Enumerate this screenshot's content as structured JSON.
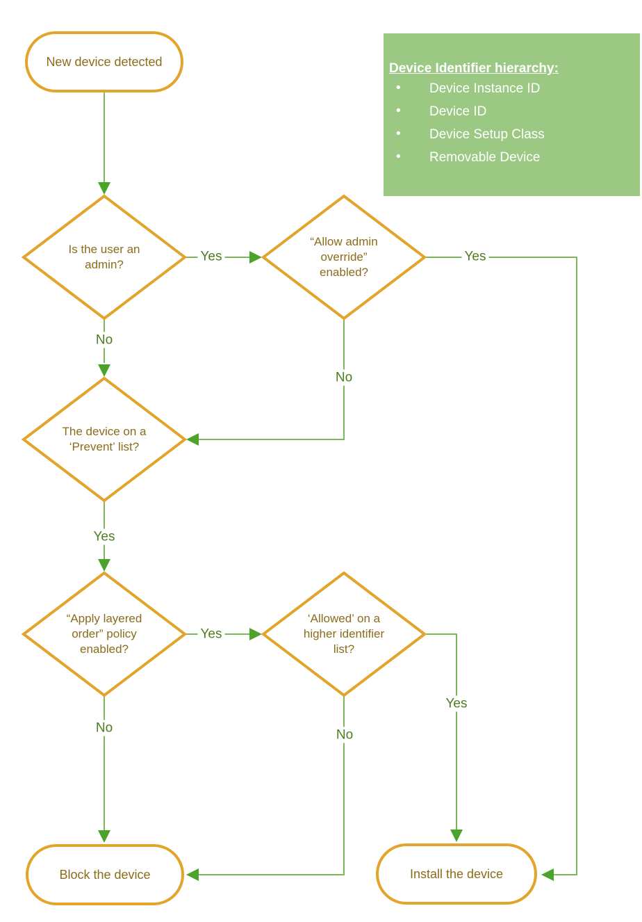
{
  "title": "New device detected flowchart",
  "colors": {
    "shape_border": "#E2A42B",
    "shape_text": "#8A6C1A",
    "connector": "#7DB75A",
    "arrowhead": "#4CA32C",
    "edge_label": "#4E7D20",
    "info_bg": "#9BC983",
    "info_text": "#FFFFFF"
  },
  "nodes": {
    "start": "New device detected",
    "admin": "Is the user an admin?",
    "override": "“Allow admin override” enabled?",
    "prevent": "The device on a ‘Prevent’ list?",
    "layered": "“Apply layered order” policy enabled?",
    "higher": "‘Allowed’ on a higher identifier list?",
    "block": "Block the device",
    "install": "Install the device"
  },
  "edge_labels": {
    "admin_yes": "Yes",
    "admin_no": "No",
    "override_yes": "Yes",
    "override_no": "No",
    "prevent_yes": "Yes",
    "layered_yes": "Yes",
    "layered_no": "No",
    "higher_yes": "Yes",
    "higher_no": "No"
  },
  "info_box": {
    "title": "Device Identifier hierarchy:",
    "items": [
      "Device Instance ID",
      "Device ID",
      "Device Setup Class",
      "Removable Device"
    ]
  }
}
